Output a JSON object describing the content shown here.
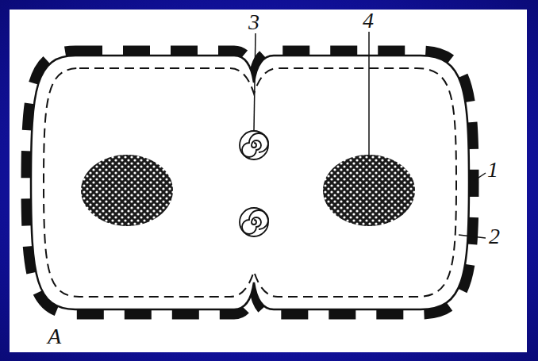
{
  "diagram": {
    "labels": [
      "3",
      "4",
      "1",
      "2",
      "A"
    ]
  }
}
